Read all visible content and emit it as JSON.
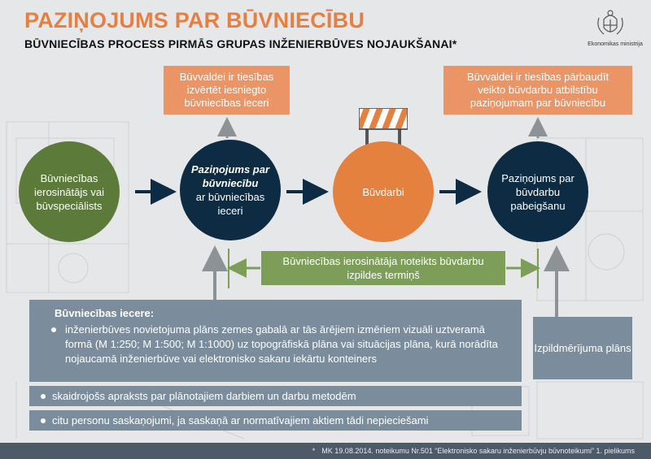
{
  "header": {
    "title": "PAZIŅOJUMS PAR BŪVNIECĪBU",
    "subtitle": "BŪVNIECĪBAS PROCESS PIRMĀS GRUPAS INŽENIERBŪVES NOJAUKŠANAI*",
    "ministry": "Ekonomikas ministrija"
  },
  "notes": {
    "left": "Būvvaldei ir tiesības izvērtēt iesniegto būvniecības ieceri",
    "right": "Būvvaldei ir tiesības pārbaudīt veikto būvdarbu atbilstību paziņojumam par būvniecību"
  },
  "steps": {
    "s1": "Būvniecības ierosinātājs vai būvspeciālists",
    "s2_em": "Paziņojums par būvniecību",
    "s2_rest": "ar būvniecības ieceri",
    "s3": "Būvdarbi",
    "s4": "Paziņojums par būvdarbu pabeigšanu"
  },
  "deadline": "Būvniecības ierosinātāja noteikts būvdarbu izpildes termiņš",
  "intent": {
    "heading": "Būvniecības iecere:",
    "items": [
      "inženierbūves novietojuma plāns zemes gabalā ar tās ārējiem izmēriem vizuāli uztveramā formā (M 1:250; M 1:500; M 1:1000) uz topogrāfiskā plāna vai situācijas plāna, kurā norādīta nojaucamā inženierbūve vai elektronisko sakaru iekārtu konteiners",
      "skaidrojošs apraksts par plānotajiem darbiem un darbu metodēm",
      "citu personu saskaņojumi, ja saskaņā ar normatīvajiem aktiem tādi nepieciešami"
    ]
  },
  "asbuilt": "Izpildmērījuma plāns",
  "footer": {
    "star": "*",
    "text": "MK 19.08.2014. noteikumu Nr.501 “Elektronisko sakaru inženierbūvju būvnoteikumi” 1. pielikums"
  },
  "colors": {
    "accent_orange": "#e57f42",
    "note_orange": "#eb9466",
    "navy": "#0d2b42",
    "green": "#5c7a3a",
    "light_green": "#7c9e58",
    "slate": "#7b8c9c",
    "footer": "#4d5b68"
  }
}
